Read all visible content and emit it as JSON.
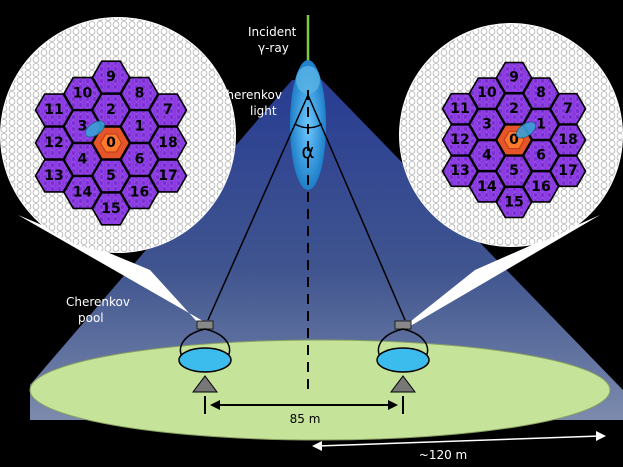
{
  "labels": {
    "incident_line1": "Incident",
    "incident_line2": "γ-ray",
    "cherenkov_light_line1": "Cherenkov",
    "cherenkov_light_line2": "light",
    "alpha": "α",
    "pool_line1": "Cherenkov",
    "pool_line2": "pool",
    "separation": "85 m",
    "pool_size": "~120 m"
  },
  "camera": {
    "numbers": [
      "0",
      "1",
      "2",
      "3",
      "4",
      "5",
      "6",
      "7",
      "8",
      "9",
      "10",
      "11",
      "12",
      "13",
      "14",
      "15",
      "16",
      "17",
      "18"
    ]
  },
  "colors": {
    "background": "#000000",
    "pool": "#c5e49a",
    "light_cone": "#3f5fa8",
    "camera_cell": "#8a3ae0",
    "camera_center": "#e6552a",
    "shower": "#3aa0d8",
    "gamma_ray": "#7ecb3a",
    "mirror": "#3bbcec"
  }
}
